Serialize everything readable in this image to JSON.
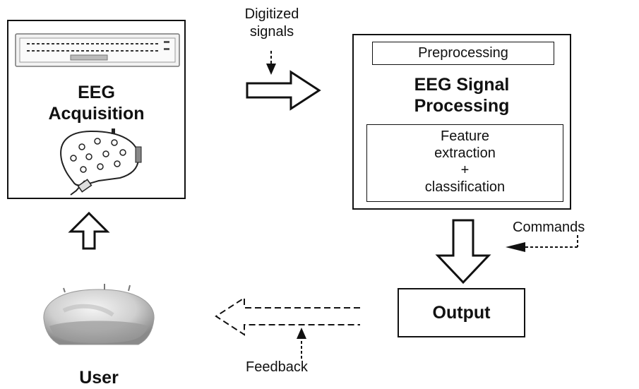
{
  "labels": {
    "eeg_acquisition_line1": "EEG",
    "eeg_acquisition_line2": "Acquisition",
    "digitized_line1": "Digitized",
    "digitized_line2": "signals",
    "preprocessing": "Preprocessing",
    "processing_line1": "EEG Signal",
    "processing_line2": "Processing",
    "feature_line1": "Feature",
    "feature_line2": "extraction",
    "feature_line3": "+",
    "feature_line4": "classification",
    "commands": "Commands",
    "output": "Output",
    "feedback": "Feedback",
    "user": "User"
  },
  "icons": {
    "amplifier": "eeg-amplifier-icon",
    "cap": "electrode-cap-icon",
    "head": "user-head-icon"
  }
}
